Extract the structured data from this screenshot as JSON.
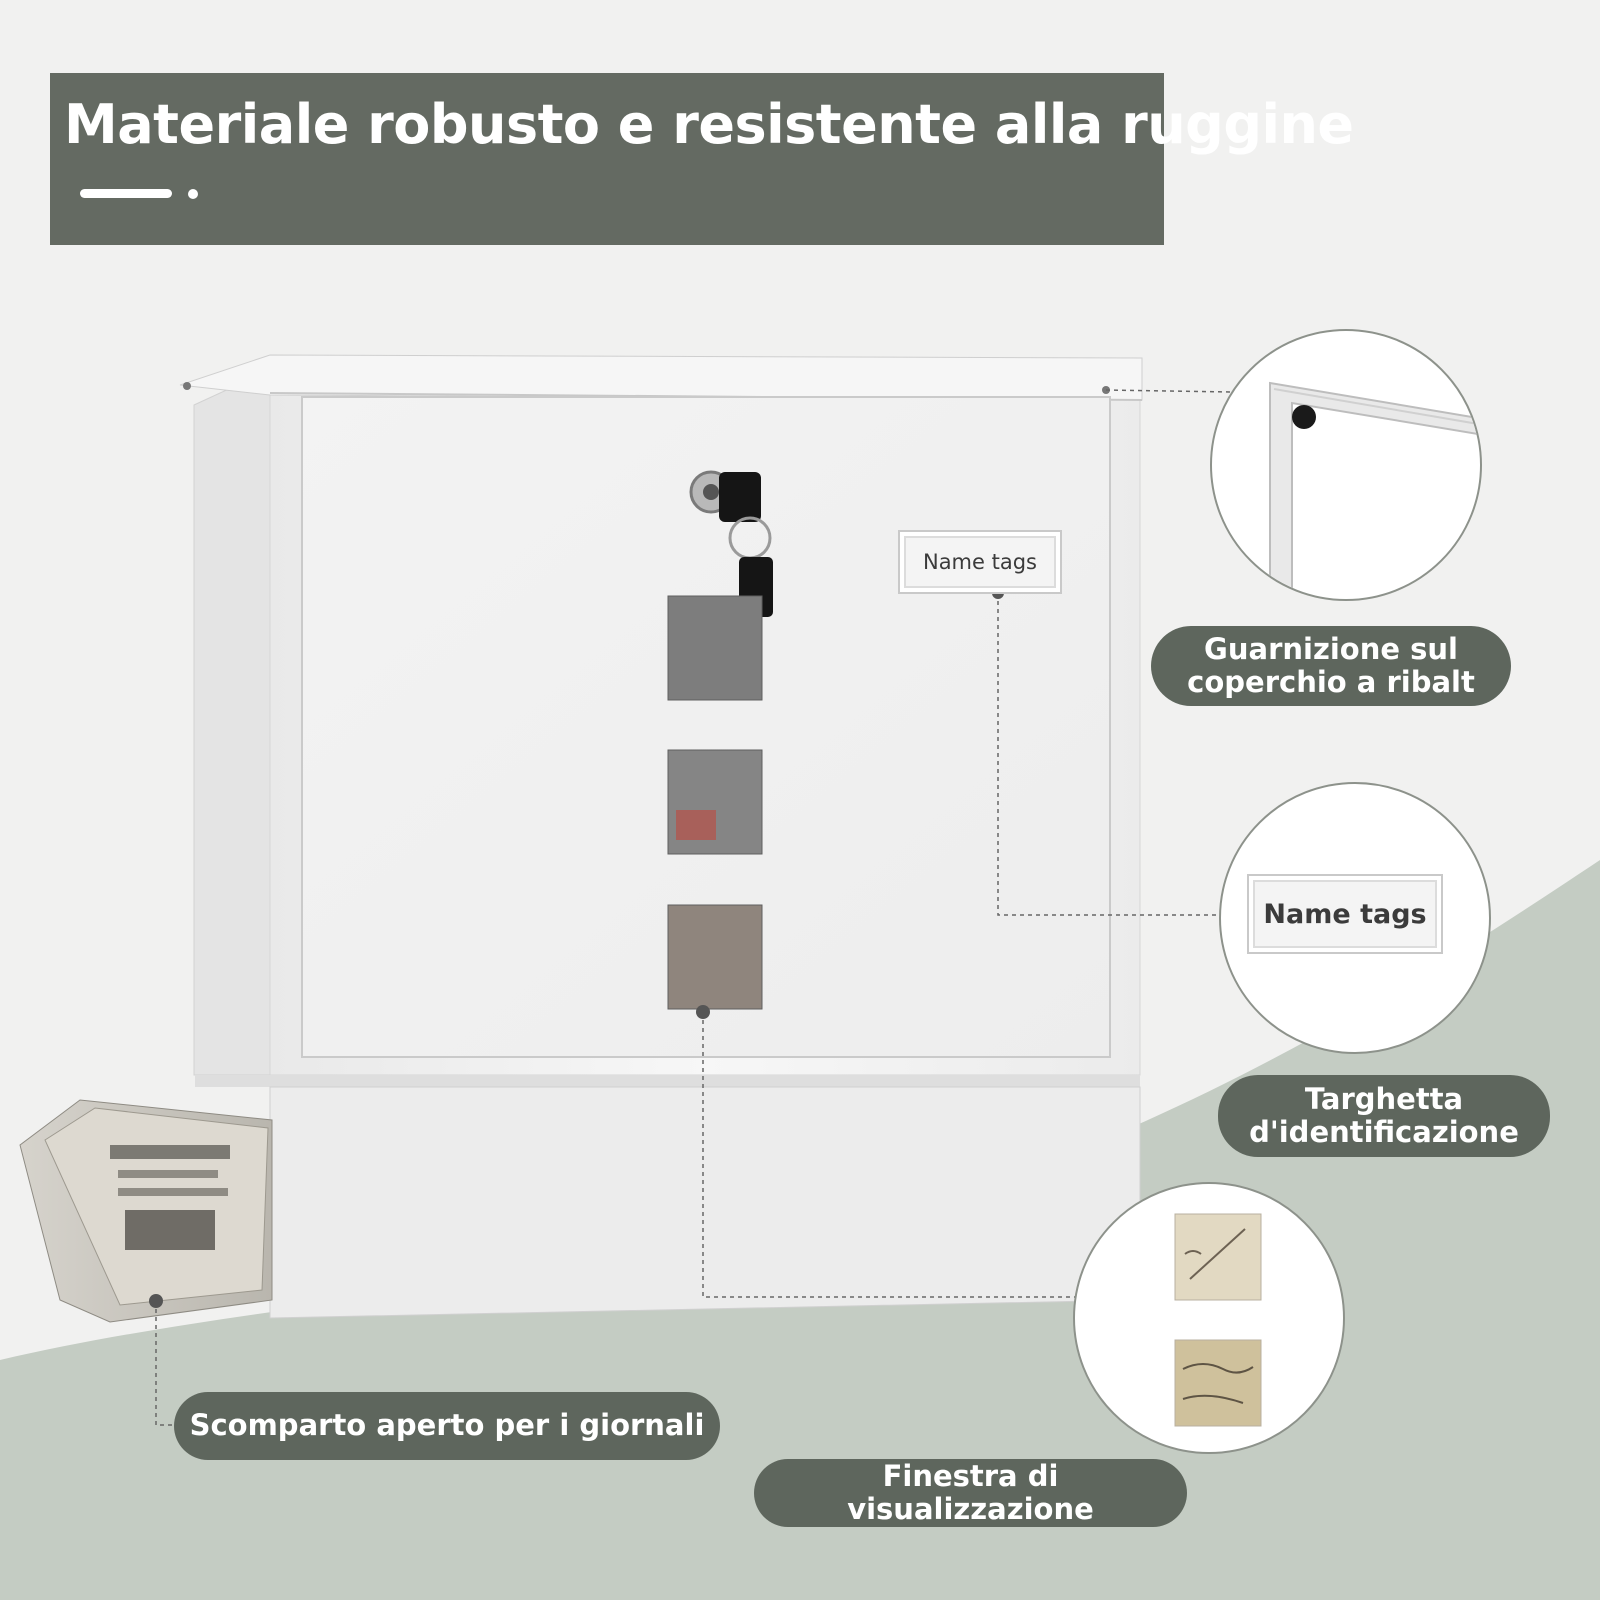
{
  "header": {
    "title": "Materiale robusto e resistente alla ruggine"
  },
  "product": {
    "name_tag_label": "Name tags"
  },
  "callouts": {
    "lid_seal": "Guarnizione sul coperchio a ribalt",
    "name_tag": "Targhetta d'identificazione",
    "newspaper": "Scomparto aperto per i giornali",
    "window": "Finestra di visualizzazione"
  },
  "colors": {
    "banner": "#646a62",
    "pill": "#5e665d",
    "background": "#f1f1f0",
    "wave": "#c4ccc3"
  }
}
